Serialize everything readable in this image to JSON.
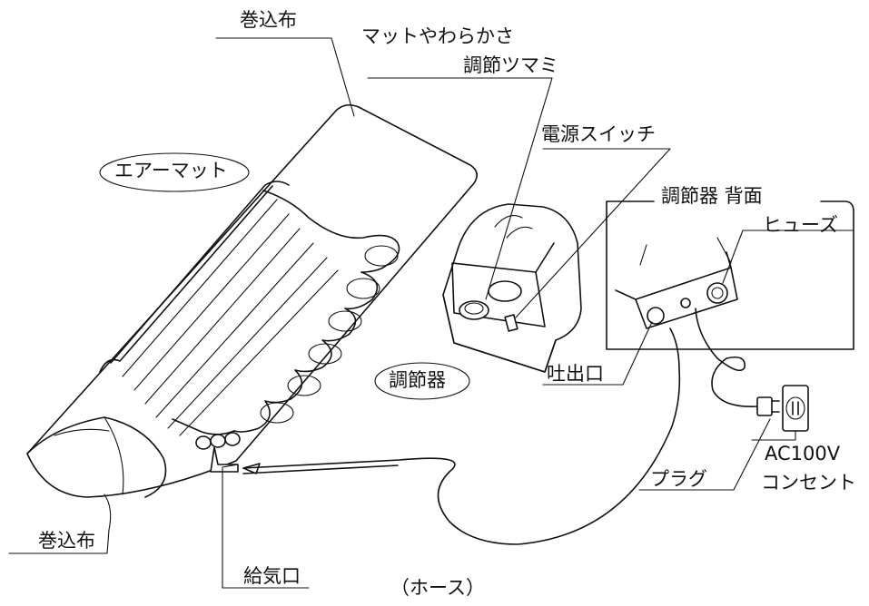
{
  "labels": {
    "makikomi_top": "巻込布",
    "makikomi_bottom": "巻込布",
    "air_mat": "エアーマット",
    "mat_knob_line1": "マットやわらかさ",
    "mat_knob_line2": "調節ツマミ",
    "power_switch": "電源スイッチ",
    "controller_back": "調節器 背面",
    "fuse": "ヒューズ",
    "controller": "調節器",
    "outlet_port": "吐出口",
    "intake_port": "給気口",
    "hose": "（ホース）",
    "plug": "プラグ",
    "ac_voltage": "AC100V",
    "consent": "コンセント"
  }
}
